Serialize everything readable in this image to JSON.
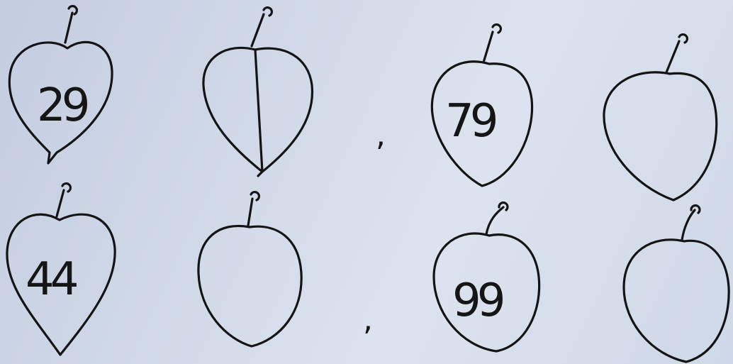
{
  "fruits": [
    {
      "shape": "leaf",
      "number": "29"
    },
    {
      "shape": "leaf",
      "number": ""
    },
    {
      "shape": "strawberry",
      "number": "79"
    },
    {
      "shape": "strawberry",
      "number": ""
    },
    {
      "shape": "leaf",
      "number": "44"
    },
    {
      "shape": "leaf",
      "number": ""
    },
    {
      "shape": "strawberry",
      "number": "99"
    },
    {
      "shape": "strawberry",
      "number": ""
    }
  ],
  "separators": [
    ",",
    ","
  ],
  "colors": {
    "paper": "#cfd8e8",
    "ink": "#141414"
  }
}
